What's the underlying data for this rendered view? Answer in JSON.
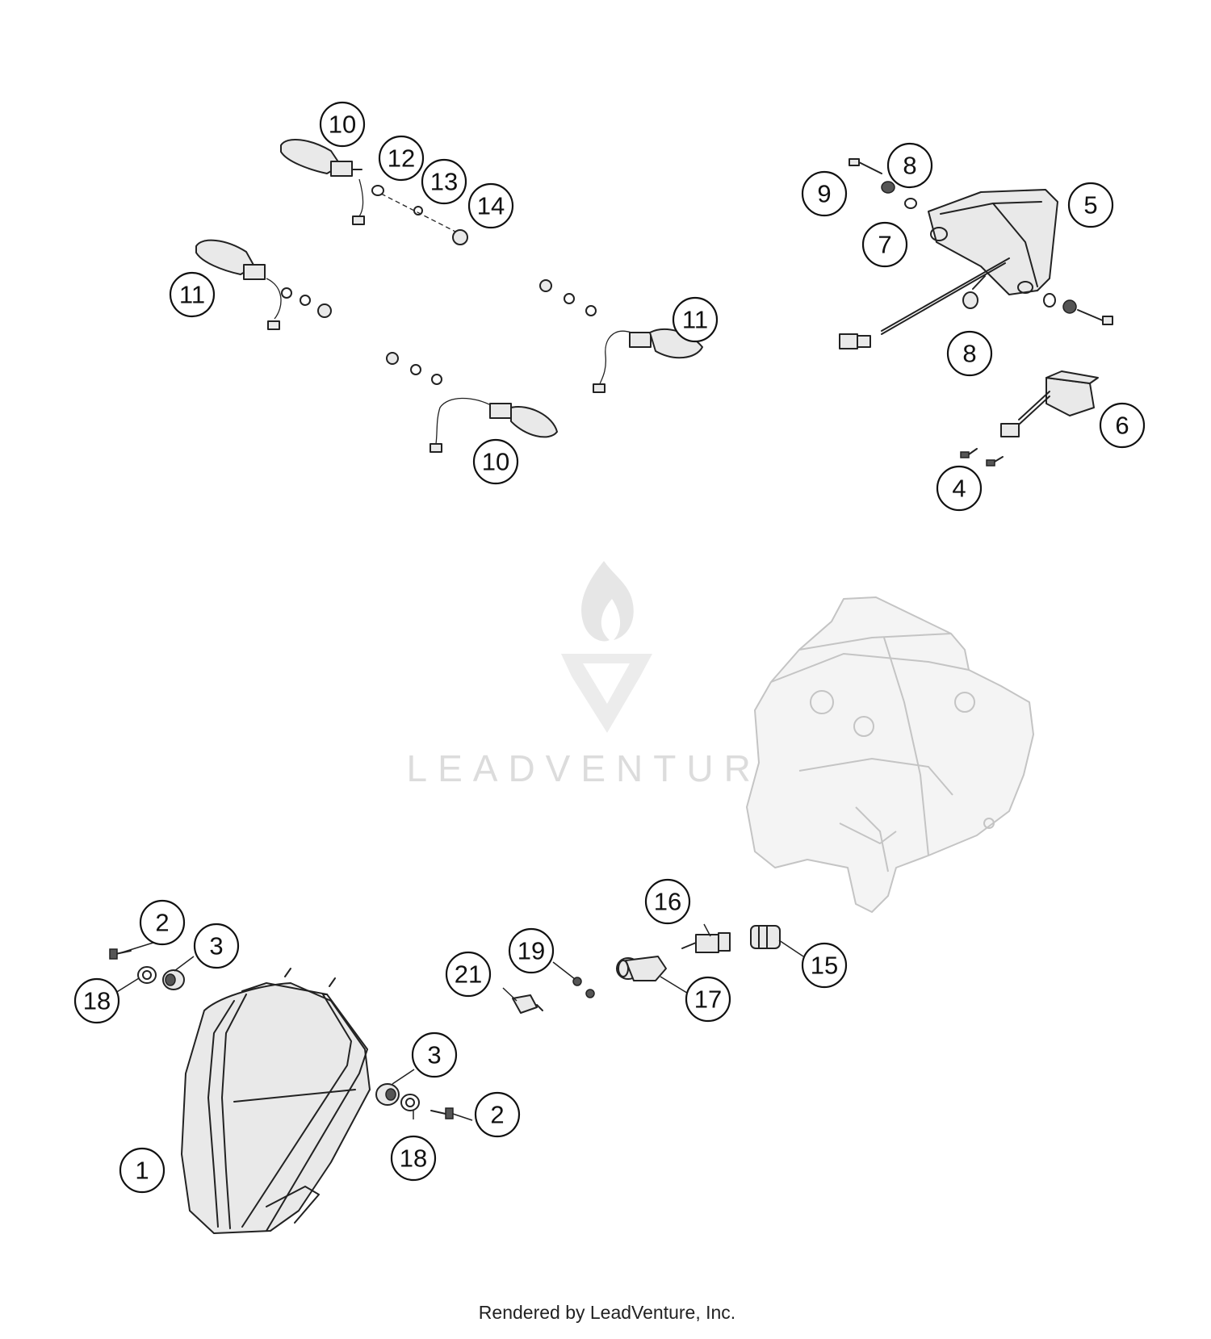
{
  "callouts": [
    "10",
    "12",
    "13",
    "14",
    "11",
    "11",
    "10",
    "8",
    "9",
    "5",
    "7",
    "8",
    "6",
    "4",
    "2",
    "3",
    "18",
    "19",
    "21",
    "16",
    "15",
    "17",
    "3",
    "2",
    "18",
    "1"
  ],
  "watermark": {
    "text": "LEADVENTURE",
    "icon": "leadventure-flame-logo"
  },
  "footer": {
    "text": "Rendered by LeadVenture, Inc."
  }
}
